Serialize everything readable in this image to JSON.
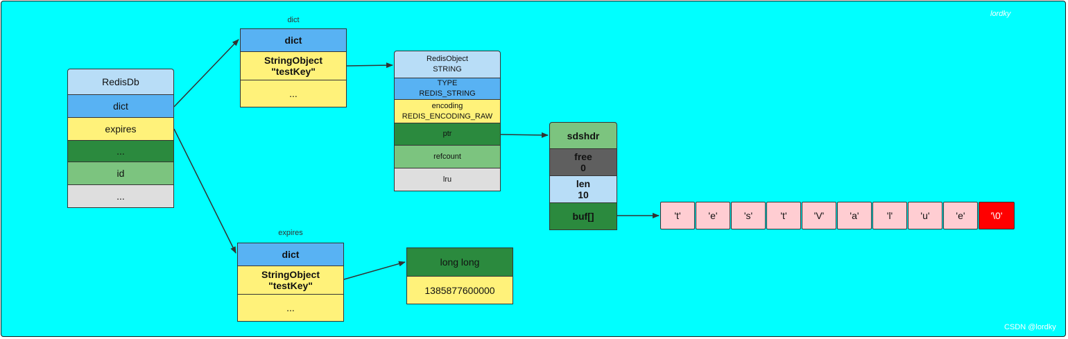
{
  "watermark": "lordky",
  "footer": "CSDN @lordky",
  "redisdb": {
    "rows": [
      "RedisDb",
      "dict",
      "expires",
      "...",
      "id",
      "..."
    ]
  },
  "dict_top": {
    "caption": "dict",
    "rows": [
      "dict",
      "StringObject\n\"testKey\"",
      "..."
    ]
  },
  "redisobject": {
    "rows": [
      "RedisObject\nSTRING",
      "TYPE\nREDIS_STRING",
      "encoding\nREDIS_ENCODING_RAW",
      "ptr",
      "refcount",
      "lru"
    ]
  },
  "sdshdr": {
    "rows": [
      "sdshdr",
      "free\n0",
      "len\n10",
      "buf[]"
    ]
  },
  "buf_chars": [
    "'t'",
    "'e'",
    "'s'",
    "'t'",
    "'V'",
    "'a'",
    "'l'",
    "'u'",
    "'e'",
    "'\\0'"
  ],
  "expires_dict": {
    "caption": "expires",
    "rows": [
      "dict",
      "StringObject\n\"testKey\"",
      "..."
    ]
  },
  "longlong": {
    "rows": [
      "long long",
      "1385877600000"
    ]
  }
}
